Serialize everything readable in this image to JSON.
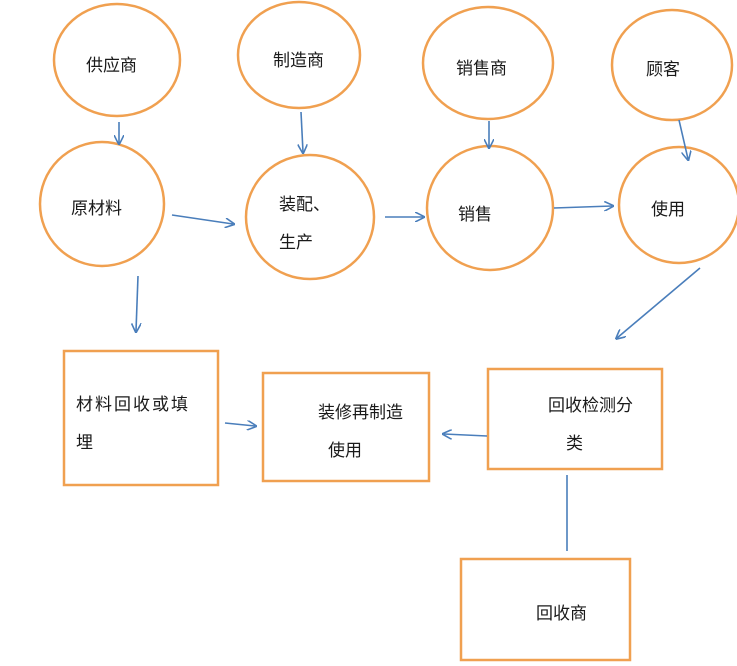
{
  "colors": {
    "node_stroke": "#F0A050",
    "arrow": "#4A7EBB",
    "text": "#1a1a1a",
    "background": "#ffffff"
  },
  "nodes": {
    "supplier": "供应商",
    "manufacturer": "制造商",
    "seller": "销售商",
    "customer": "顾客",
    "raw_material": "原材料",
    "assembly_line1": "装配、",
    "assembly_line2": "生产",
    "sales": "销售",
    "use": "使用",
    "material_recycle_line1": "材料回收或填",
    "material_recycle_line2": "埋",
    "remanufacture_line1": "装修再制造",
    "remanufacture_line2": "使用",
    "recycle_sort_line1": "回收检测分",
    "recycle_sort_line2": "类",
    "recycler": "回收商"
  }
}
